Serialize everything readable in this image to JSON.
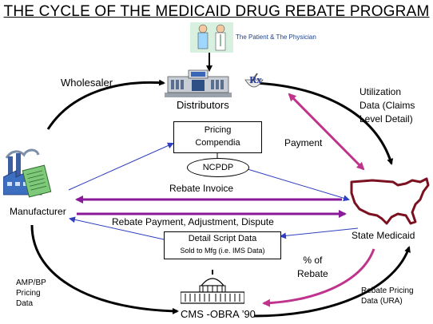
{
  "title": "THE CYCLE OF THE MEDICAID DRUG REBATE PROGRAM",
  "patient_label": "The Patient & The Physician",
  "wholesaler": "Wholesaler",
  "distributors": "Distributors",
  "utilization": [
    "Utilization",
    "Data (Claims",
    "Level Detail)"
  ],
  "pricing_compendia": [
    "Pricing",
    "Compendia"
  ],
  "ncpdp": "NCPDP",
  "payment": "Payment",
  "rebate_invoice": "Rebate Invoice",
  "manufacturer": "Manufacturer",
  "state_medicaid": "State Medicaid",
  "rebate_payment": "Rebate Payment, Adjustment, Dispute",
  "detail_script": [
    "Detail Script Data",
    "Sold to Mfg (i.e. IMS Data)"
  ],
  "pct_rebate": [
    "% of",
    "Rebate"
  ],
  "amp_bp": [
    "AMP/BP",
    "Pricing",
    "Data"
  ],
  "cms": "CMS -OBRA ’90",
  "rebate_pricing": [
    "Rebate Pricing",
    "Data (URA)"
  ],
  "colors": {
    "black": "#000000",
    "blue": "#2f3fbf",
    "purple": "#8a1a9a",
    "magenta": "#c0338c",
    "maroon": "#7a1020"
  }
}
